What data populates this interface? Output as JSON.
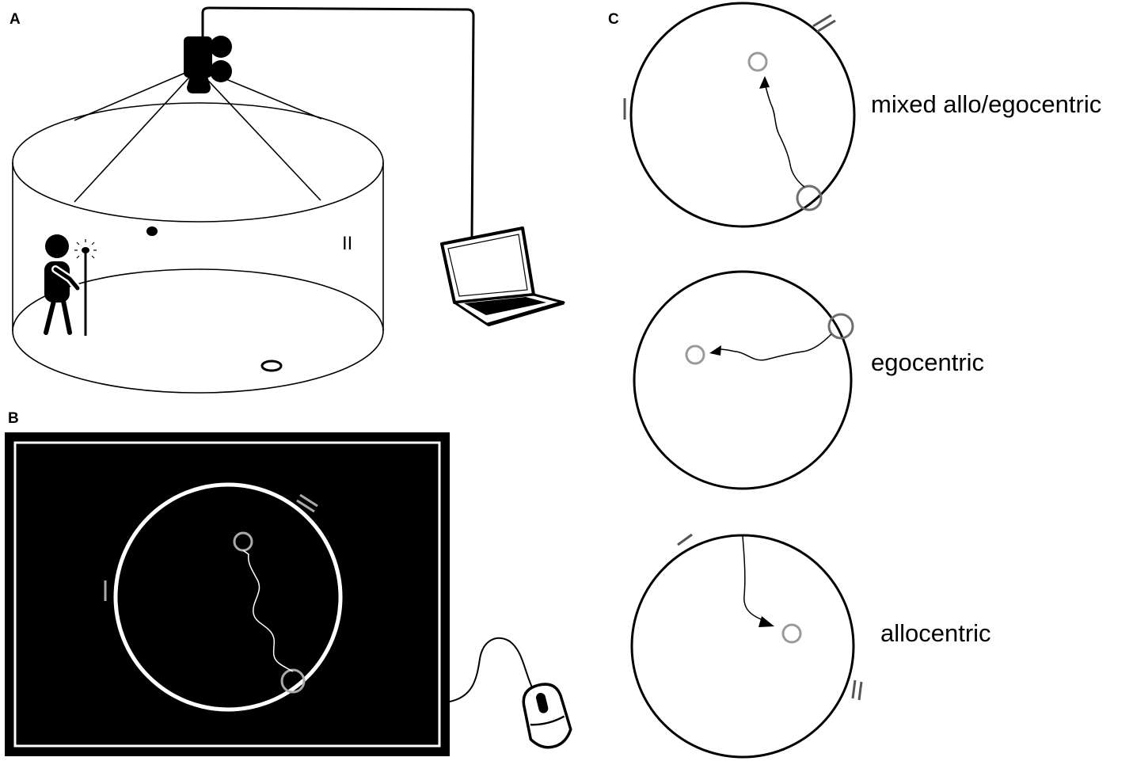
{
  "panels": {
    "a": {
      "letter": "A",
      "cue_label": "II",
      "icons": [
        "camera-icon",
        "laptop-icon",
        "person-icon",
        "light-pole-icon"
      ]
    },
    "b": {
      "letter": "B",
      "icons": [
        "monitor-icon",
        "mouse-icon"
      ]
    },
    "c": {
      "letter": "C",
      "conditions": [
        {
          "label": "mixed allo/egocentric"
        },
        {
          "label": "egocentric"
        },
        {
          "label": "allocentric"
        }
      ]
    }
  },
  "colors": {
    "ink": "#000000",
    "target_gray": "#9a9a9a",
    "start_gray": "#6e6e6e",
    "cue_gray": "#555555",
    "screen_bg": "#000000",
    "screen_line": "#ffffff"
  }
}
